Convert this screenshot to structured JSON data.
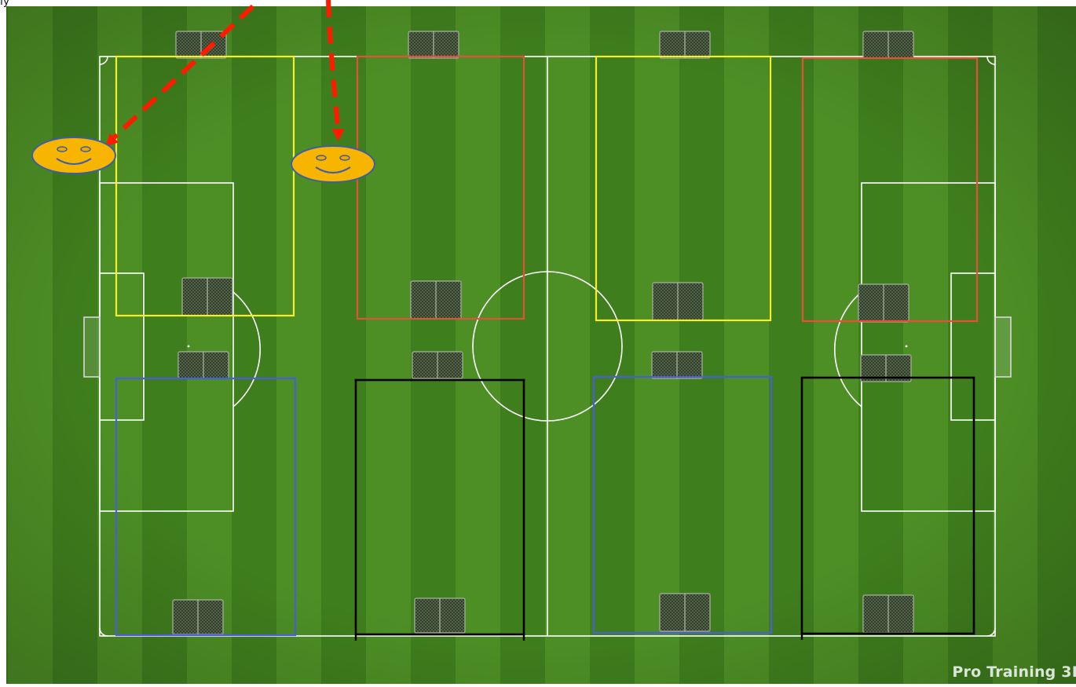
{
  "header": {
    "partial_text": "ly"
  },
  "watermark": {
    "label": "Pro Training 3I"
  },
  "colors": {
    "grass_dark": "#3f7e1d",
    "grass_light": "#5a9c2b",
    "line_white": "#ffffff",
    "zone_yellow": "#f5ef2a",
    "zone_red": "#e0523a",
    "zone_blue": "#4a5ed6",
    "zone_black": "#000000",
    "arrow_red": "#ff1a00",
    "face_fill": "#f7b500",
    "face_outline": "#3b5ea8"
  },
  "diagram": {
    "zones": [
      {
        "name": "zone-yellow-1",
        "color": "zone_yellow"
      },
      {
        "name": "zone-red-1",
        "color": "zone_red"
      },
      {
        "name": "zone-yellow-2",
        "color": "zone_yellow"
      },
      {
        "name": "zone-red-2",
        "color": "zone_red"
      },
      {
        "name": "zone-blue-1",
        "color": "zone_blue"
      },
      {
        "name": "zone-black-1",
        "color": "zone_black"
      },
      {
        "name": "zone-blue-2",
        "color": "zone_blue"
      },
      {
        "name": "zone-black-2",
        "color": "zone_black"
      }
    ],
    "small_goals_count": 16,
    "players": [
      {
        "name": "player-smiley-1",
        "icon": "smiley-face-icon"
      },
      {
        "name": "player-smiley-2",
        "icon": "smiley-face-icon"
      }
    ],
    "arrows": [
      {
        "name": "movement-arrow-1",
        "style": "dashed"
      },
      {
        "name": "movement-arrow-2",
        "style": "dashed"
      }
    ]
  }
}
